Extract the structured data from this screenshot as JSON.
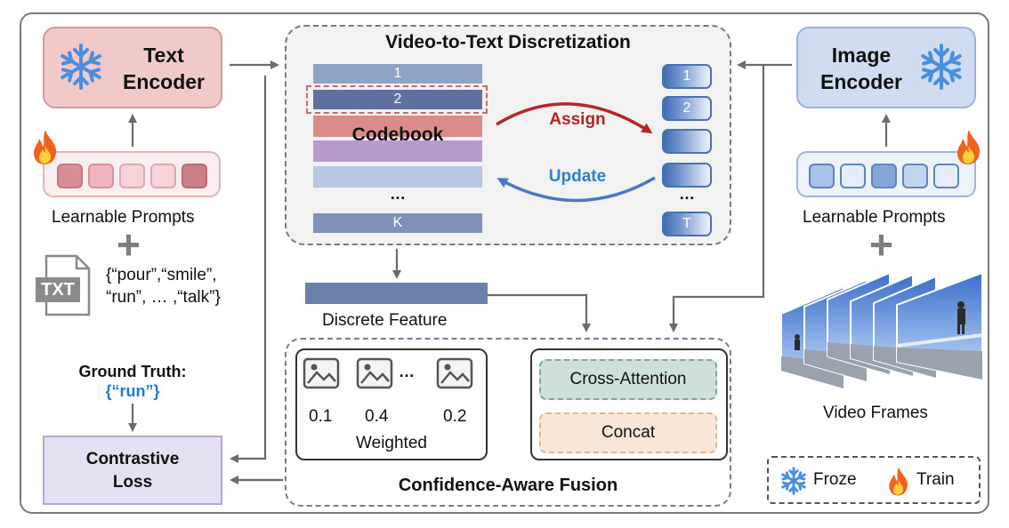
{
  "text_encoder": {
    "line1": "Text",
    "line2": "Encoder"
  },
  "image_encoder": {
    "line1": "Image",
    "line2": "Encoder"
  },
  "left_prompts_label": "Learnable Prompts",
  "right_prompts_label": "Learnable Prompts",
  "plus_sign": "+",
  "txt_icon_label": "TXT",
  "class_list": {
    "line1": "{“pour”,“smile”,",
    "line2": "“run”, … ,“talk”}"
  },
  "ground_truth": {
    "label": "Ground Truth:",
    "value": "{“run”}"
  },
  "contrastive_loss": {
    "line1": "Contrastive",
    "line2": "Loss"
  },
  "v2t": {
    "title": "Video-to-Text Discretization",
    "codebook_label": "Codebook",
    "codebook_rows": [
      "1",
      "2",
      "…",
      "K"
    ],
    "slots": [
      "1",
      "2",
      "",
      "",
      "…",
      "T"
    ],
    "assign_label": "Assign",
    "update_label": "Update"
  },
  "discrete_feature_label": "Discrete Feature",
  "fusion": {
    "title": "Confidence-Aware Fusion",
    "weights": [
      "0.1",
      "0.4",
      "0.2"
    ],
    "ellipsis": "…",
    "weighted_label": "Weighted",
    "cross_attention_label": "Cross-Attention",
    "concat_label": "Concat"
  },
  "video_frames_label": "Video Frames",
  "legend": {
    "froze_label": "Froze",
    "train_label": "Train"
  },
  "colors": {
    "text_encoder_fill": "#f1c9c9",
    "image_encoder_fill": "#cfdcf2",
    "assign_arrow": "#b0262b",
    "update_arrow": "#4a78c0",
    "ground_truth_value": "#1f7ad6",
    "snowflake": "#4a8ee0",
    "flame": "#f0621e"
  }
}
